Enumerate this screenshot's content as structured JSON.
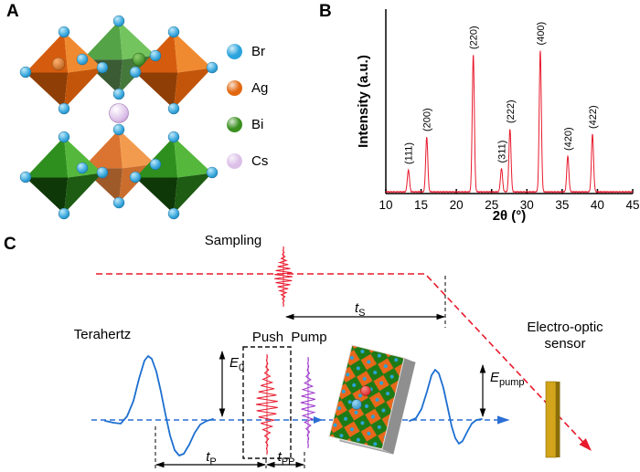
{
  "panels": {
    "a": {
      "label": "A",
      "legend": [
        {
          "name": "Br",
          "color": "#2aa3dd"
        },
        {
          "name": "Ag",
          "color": "#e2670f"
        },
        {
          "name": "Bi",
          "color": "#3a8f1f"
        },
        {
          "name": "Cs",
          "color": "#dcc0e8"
        }
      ]
    },
    "b": {
      "label": "B"
    },
    "c": {
      "label": "C",
      "sampling": "Sampling",
      "terahertz": "Terahertz",
      "push": "Push",
      "pump": "Pump",
      "sensor_line1": "Electro-optic",
      "sensor_line2": "sensor",
      "t_s": {
        "base": "t",
        "sub": "S"
      },
      "t_p": {
        "base": "t",
        "sub": "P"
      },
      "t_pp": {
        "base": "t",
        "sub": "PP"
      },
      "e_0": {
        "base": "E",
        "sub": "0"
      },
      "e_pump": {
        "base": "E",
        "sub": "pump"
      },
      "colors": {
        "sampling_beam": "#e8192c",
        "terahertz_beam": "#2b6fd4",
        "terahertz_wave": "#1d6fd0",
        "push_pulse": "#e8192c",
        "pump_pulse": "#9b30c8",
        "sensor": "#d2a51a"
      }
    }
  },
  "chart_data": {
    "type": "line",
    "title": "",
    "xlabel": "2θ (°)",
    "ylabel": "Intensity (a.u.)",
    "xlim": [
      10,
      45
    ],
    "x_ticks": [
      10,
      15,
      20,
      25,
      30,
      35,
      40,
      45
    ],
    "line_color": "#e8192c",
    "legend_position": "none",
    "grid": false,
    "peaks": [
      {
        "label": "(111)",
        "two_theta": 13.2,
        "intensity": 0.16
      },
      {
        "label": "(200)",
        "two_theta": 15.8,
        "intensity": 0.4
      },
      {
        "label": "(220)",
        "two_theta": 22.4,
        "intensity": 1.0
      },
      {
        "label": "(311)",
        "two_theta": 26.4,
        "intensity": 0.17
      },
      {
        "label": "(222)",
        "two_theta": 27.6,
        "intensity": 0.46
      },
      {
        "label": "(400)",
        "two_theta": 31.9,
        "intensity": 1.03
      },
      {
        "label": "(420)",
        "two_theta": 35.8,
        "intensity": 0.26
      },
      {
        "label": "(422)",
        "two_theta": 39.3,
        "intensity": 0.42
      }
    ]
  }
}
